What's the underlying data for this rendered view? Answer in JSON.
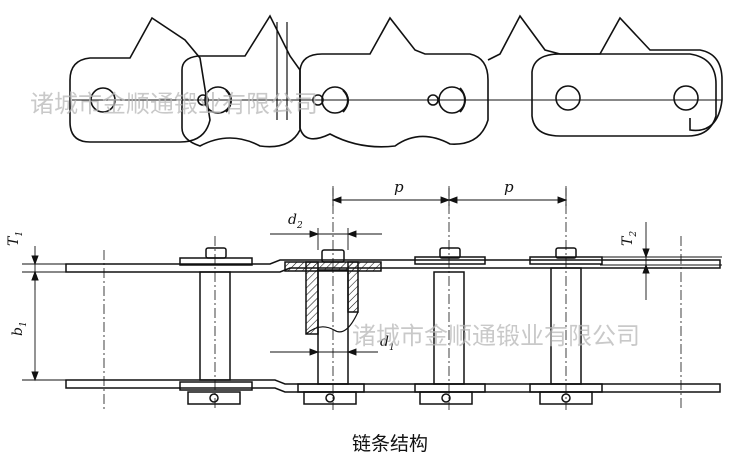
{
  "caption": "链条结构",
  "watermark_top": "诸城市金顺通锻业有限公司",
  "watermark_bottom": "诸城市金顺通锻业有限公司",
  "labels": {
    "pitch_1": "p",
    "pitch_2": "p",
    "d2": "d",
    "d2_sub": "2",
    "d1": "d",
    "d1_sub": "1",
    "b1": "b",
    "b1_sub": "1",
    "t1": "T",
    "t1_sub": "1",
    "t2": "T",
    "t2_sub": "2"
  },
  "colors": {
    "ink": "#111111",
    "watermark": "#b8b8b8",
    "background": "#ffffff"
  }
}
